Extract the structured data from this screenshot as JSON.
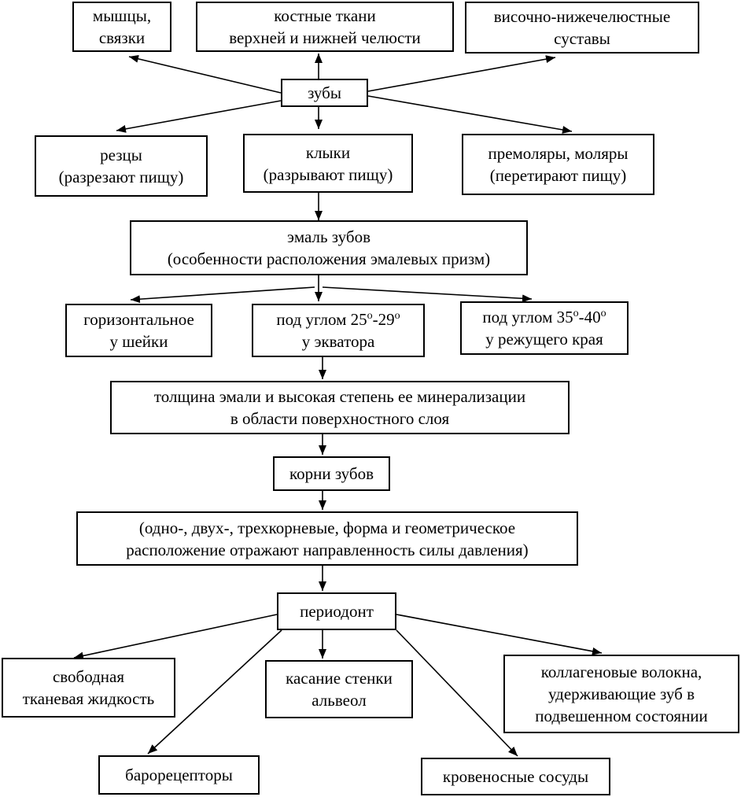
{
  "nodes": {
    "muscles": [
      "мышцы,",
      "связки"
    ],
    "bone": [
      "костные ткани",
      "верхней и нижней челюсти"
    ],
    "tmj": [
      "височно-нижечелюстные",
      "суставы"
    ],
    "teeth": [
      "зубы"
    ],
    "incisors": [
      "резцы",
      "(разрезают пищу)"
    ],
    "canines": [
      "клыки",
      "(разрывают пищу)"
    ],
    "molars": [
      "премоляры, моляры",
      "(перетирают пищу)"
    ],
    "enamel": [
      "эмаль зубов",
      "(особенности расположения эмалевых призм)"
    ],
    "horizontal": [
      "горизонтальное",
      "у шейки"
    ],
    "equator": {
      "line1_prefix": "под углом 25",
      "sup1": "о",
      "mid": "-29",
      "sup2": "о",
      "line2": "у экватора"
    },
    "edge": {
      "line1_prefix": "под углом 35",
      "sup1": "о",
      "mid": "-40",
      "sup2": "о",
      "line2": "у режущего края"
    },
    "thickness": [
      "толщина эмали и высокая степень ее минерализации",
      "в области поверхностного слоя"
    ],
    "roots": [
      "корни зубов"
    ],
    "roots_desc": [
      "(одно-, двух-, трехкорневые, форма и геометрическое",
      "расположение отражают направленность силы давления)"
    ],
    "periodont": [
      "периодонт"
    ],
    "fluid": [
      "свободная",
      "тканевая жидкость"
    ],
    "alveoli": [
      "касание стенки",
      "альвеол"
    ],
    "collagen": [
      "коллагеновые волокна,",
      "удерживающие зуб в",
      "подвешенном состоянии"
    ],
    "baro": [
      "барорецепторы"
    ],
    "vessels": [
      "кровеносные сосуды"
    ]
  },
  "colors": {
    "stroke": "#000000",
    "background": "#ffffff"
  }
}
